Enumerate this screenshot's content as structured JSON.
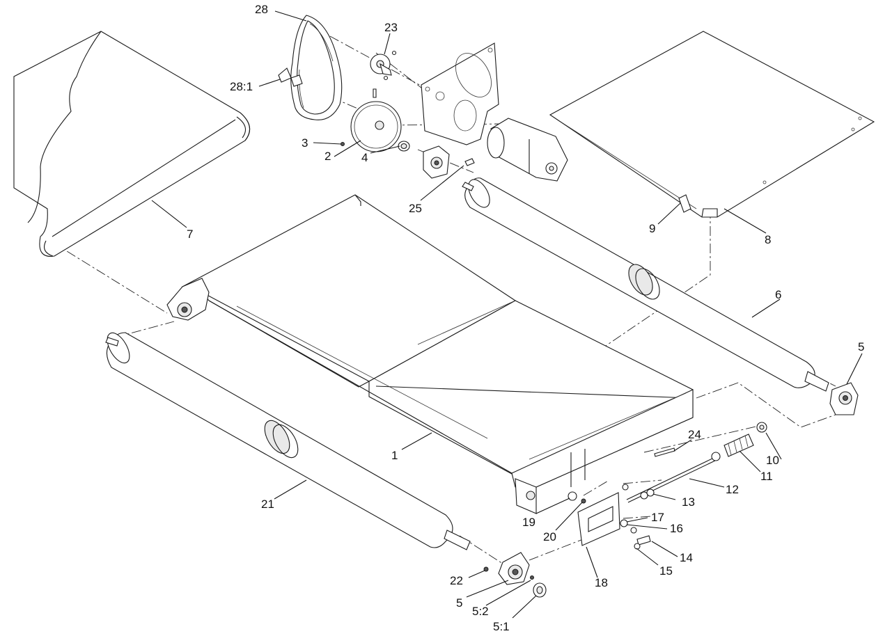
{
  "diagram": {
    "callouts": [
      {
        "id": "28",
        "label": "28"
      },
      {
        "id": "23",
        "label": "23"
      },
      {
        "id": "28-1",
        "label": "28:1"
      },
      {
        "id": "3",
        "label": "3"
      },
      {
        "id": "2",
        "label": "2"
      },
      {
        "id": "4",
        "label": "4"
      },
      {
        "id": "25",
        "label": "25"
      },
      {
        "id": "7",
        "label": "7"
      },
      {
        "id": "9",
        "label": "9"
      },
      {
        "id": "8",
        "label": "8"
      },
      {
        "id": "6",
        "label": "6"
      },
      {
        "id": "5a",
        "label": "5"
      },
      {
        "id": "24",
        "label": "24"
      },
      {
        "id": "10",
        "label": "10"
      },
      {
        "id": "11",
        "label": "11"
      },
      {
        "id": "1",
        "label": "1"
      },
      {
        "id": "12",
        "label": "12"
      },
      {
        "id": "13",
        "label": "13"
      },
      {
        "id": "21",
        "label": "21"
      },
      {
        "id": "19",
        "label": "19"
      },
      {
        "id": "17",
        "label": "17"
      },
      {
        "id": "20",
        "label": "20"
      },
      {
        "id": "16",
        "label": "16"
      },
      {
        "id": "14",
        "label": "14"
      },
      {
        "id": "15",
        "label": "15"
      },
      {
        "id": "22",
        "label": "22"
      },
      {
        "id": "18",
        "label": "18"
      },
      {
        "id": "5b",
        "label": "5"
      },
      {
        "id": "5-2",
        "label": "5:2"
      },
      {
        "id": "5-1",
        "label": "5:1"
      }
    ]
  }
}
